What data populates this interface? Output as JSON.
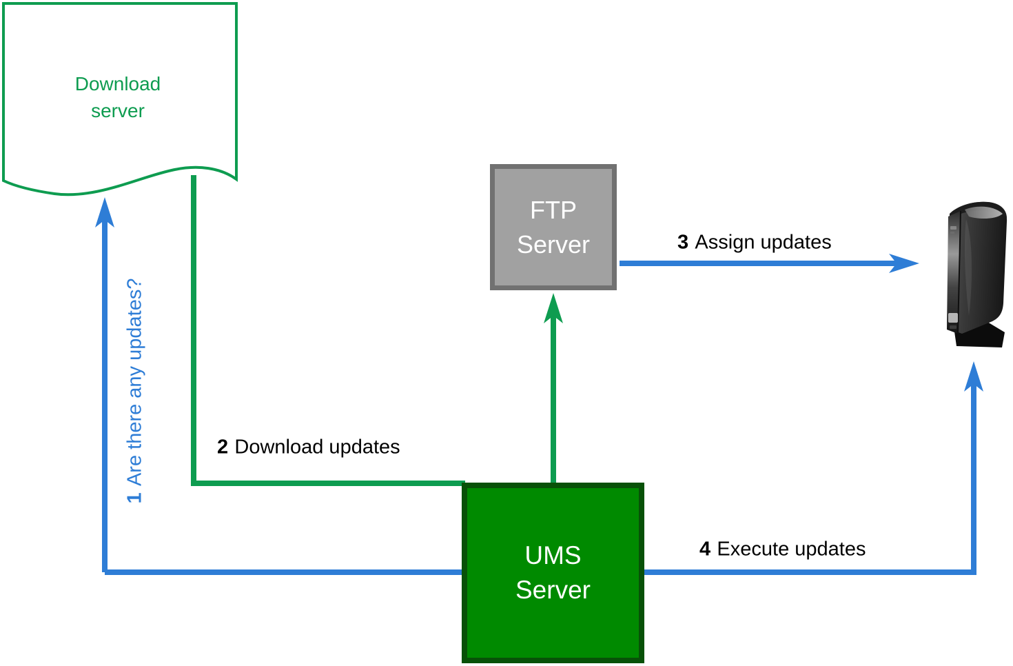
{
  "nodes": {
    "download_server": {
      "label": "Download server",
      "shape": "document",
      "color": "#0E9C50"
    },
    "ftp_server": {
      "label": "FTP Server",
      "fill": "#A1A1A1",
      "border": "#717171"
    },
    "ums_server": {
      "label": "UMS Server",
      "fill": "#008A00",
      "border": "#085108"
    },
    "thin_client": {
      "icon": "thin-client-device"
    }
  },
  "steps": [
    {
      "number": "1",
      "text": "Are there any updates?",
      "color": "#2E7DD6"
    },
    {
      "number": "2",
      "text": "Download updates",
      "color": "#000000"
    },
    {
      "number": "3",
      "text": "Assign updates",
      "color": "#000000"
    },
    {
      "number": "4",
      "text": "Execute updates",
      "color": "#000000"
    }
  ],
  "edges": [
    {
      "from": "ums_server",
      "to": "download_server",
      "step": "1",
      "color": "#2E7DD6"
    },
    {
      "from": "download_server",
      "to": "ums_server",
      "step": "2",
      "color": "#0E9C50"
    },
    {
      "from": "ums_server",
      "to": "ftp_server",
      "step": "",
      "color": "#0E9C50"
    },
    {
      "from": "ftp_server",
      "to": "thin_client",
      "step": "3",
      "color": "#2E7DD6"
    },
    {
      "from": "ums_server",
      "to": "thin_client",
      "step": "4",
      "color": "#2E7DD6"
    }
  ],
  "colors": {
    "green_line": "#0E9C50",
    "blue_line": "#2E7DD6",
    "label_text": "#000000",
    "box_text": "#ffffff"
  }
}
